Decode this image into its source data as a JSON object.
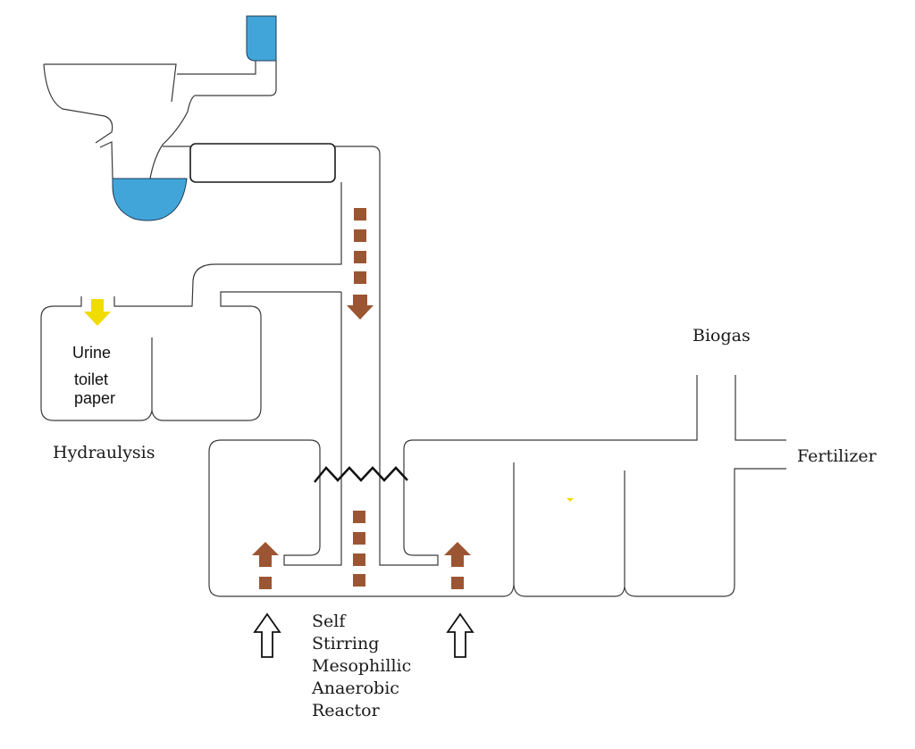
{
  "diagram": {
    "title": "",
    "colors": {
      "water": "#42a5d9",
      "waste": "#9c5532",
      "urine": "#f0dc00",
      "outline": "#3a3a3a"
    },
    "labels": {
      "urine": "Urine",
      "toilet_paper_line1": "toilet",
      "toilet_paper_line2": "paper",
      "hydraulysis": "Hydraulysis",
      "biogas": "Biogas",
      "fertilizer": "Fertilizer",
      "reactor_line1": "Self",
      "reactor_line2": "Stirring",
      "reactor_line3": "Mesophillic",
      "reactor_line4": "Anaerobic",
      "reactor_line5": "Reactor"
    },
    "components": [
      {
        "name": "toilet-bowl",
        "type": "fixture"
      },
      {
        "name": "water-cistern",
        "type": "water-source"
      },
      {
        "name": "u-trap",
        "type": "water-seal"
      },
      {
        "name": "separator-chamber",
        "type": "pipe-section"
      },
      {
        "name": "urine-tank",
        "type": "tank",
        "contents": "Urine, toilet paper"
      },
      {
        "name": "hydraulysis-tank",
        "type": "tank"
      },
      {
        "name": "reactor-left-chamber",
        "type": "reactor"
      },
      {
        "name": "reactor-right-chamber",
        "type": "reactor"
      },
      {
        "name": "settling-chamber-1",
        "type": "tank"
      },
      {
        "name": "settling-chamber-2",
        "type": "tank"
      },
      {
        "name": "biogas-outlet",
        "type": "pipe",
        "label": "Biogas"
      },
      {
        "name": "fertilizer-outlet",
        "type": "pipe",
        "label": "Fertilizer"
      }
    ],
    "flows": [
      {
        "from": "separator-chamber",
        "to": "reactor",
        "material": "waste",
        "direction": "down"
      },
      {
        "from": "toilet",
        "to": "urine-tank",
        "material": "urine",
        "direction": "down"
      },
      {
        "from": "reactor-bottom",
        "to": "reactor-left-chamber",
        "material": "waste",
        "direction": "up"
      },
      {
        "from": "reactor-bottom",
        "to": "reactor-right-chamber",
        "material": "waste",
        "direction": "up"
      },
      {
        "from": "external",
        "to": "reactor",
        "material": "heat/stirring",
        "direction": "up",
        "style": "outline-arrow",
        "count": 2
      }
    ]
  }
}
